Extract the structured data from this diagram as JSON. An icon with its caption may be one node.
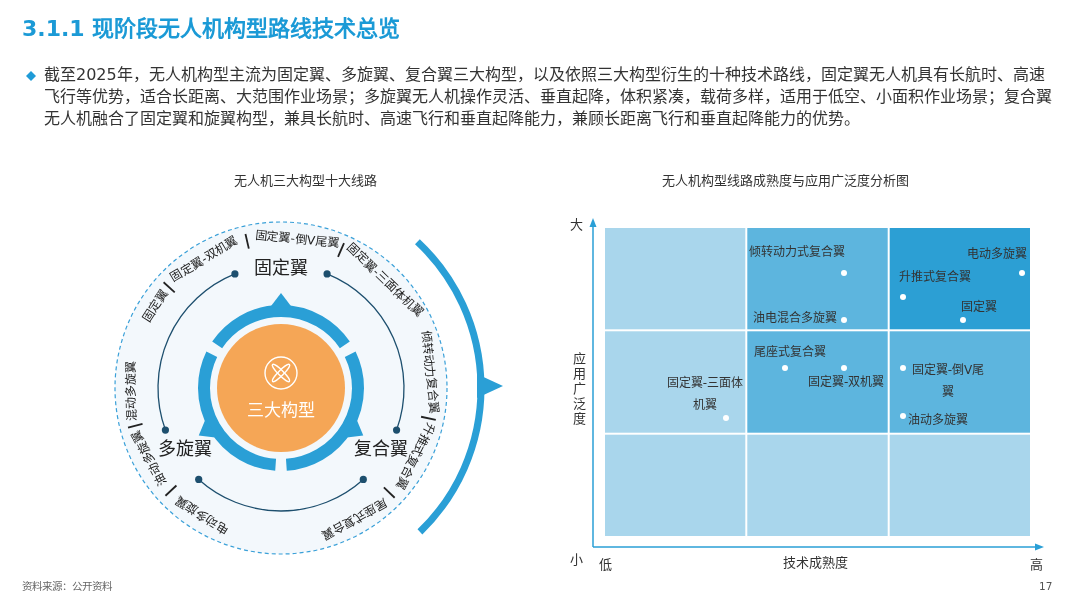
{
  "diagram": {
    "title": "3.1.1 现阶段无人机构型路线技术总览",
    "nodes": [
      {
        "text": [
          "三大构型"
        ]
      }
    ],
    "labels": [
      "截至2025年，无人机构型主流为固定翼、多旋翼、复合翼三大构型，以及依照三大构型衍生的十种技术路线，固定翼无人机具有长航时、高速飞行等优势，适合长距离、大范围作业场景；多旋翼无人机操作灵活、垂直起降，体积紧凑，载荷多样，适用于低空、小面积作业场景；复合翼无人机融合了固定翼和旋翼构型，兼具长航时、高速飞行和垂直起降能力，兼顾长距离飞行和垂直起降能力的优势。",
      "无人机三大构型十大线路",
      "无人机构型线路成熟度与应用广泛度分析图",
      "固定翼",
      "固定翼-双机翼",
      "固定翼",
      "固定翼-倒V尾翼",
      "固定翼-三面体机翼",
      "混动多旋翼",
      "倾转动力复合翼",
      "油动多旋翼",
      "多旋翼",
      "复合翼",
      "升推式复合翼",
      "电动多旋翼",
      "尾座式复合翼",
      "大",
      "倾转动力式复合翼",
      "电动多旋翼",
      "升推式复合翼",
      "油电混合多旋翼",
      "固定翼",
      "应用广泛度",
      "尾座式复合翼",
      "固定翼-三面体机翼",
      "固定翼-双机翼",
      "固定翼-倒V尾翼",
      "油动多旋翼",
      "小",
      "低",
      "技术成熟度",
      "高",
      "资料来源：公开资料",
      "17"
    ]
  }
}
